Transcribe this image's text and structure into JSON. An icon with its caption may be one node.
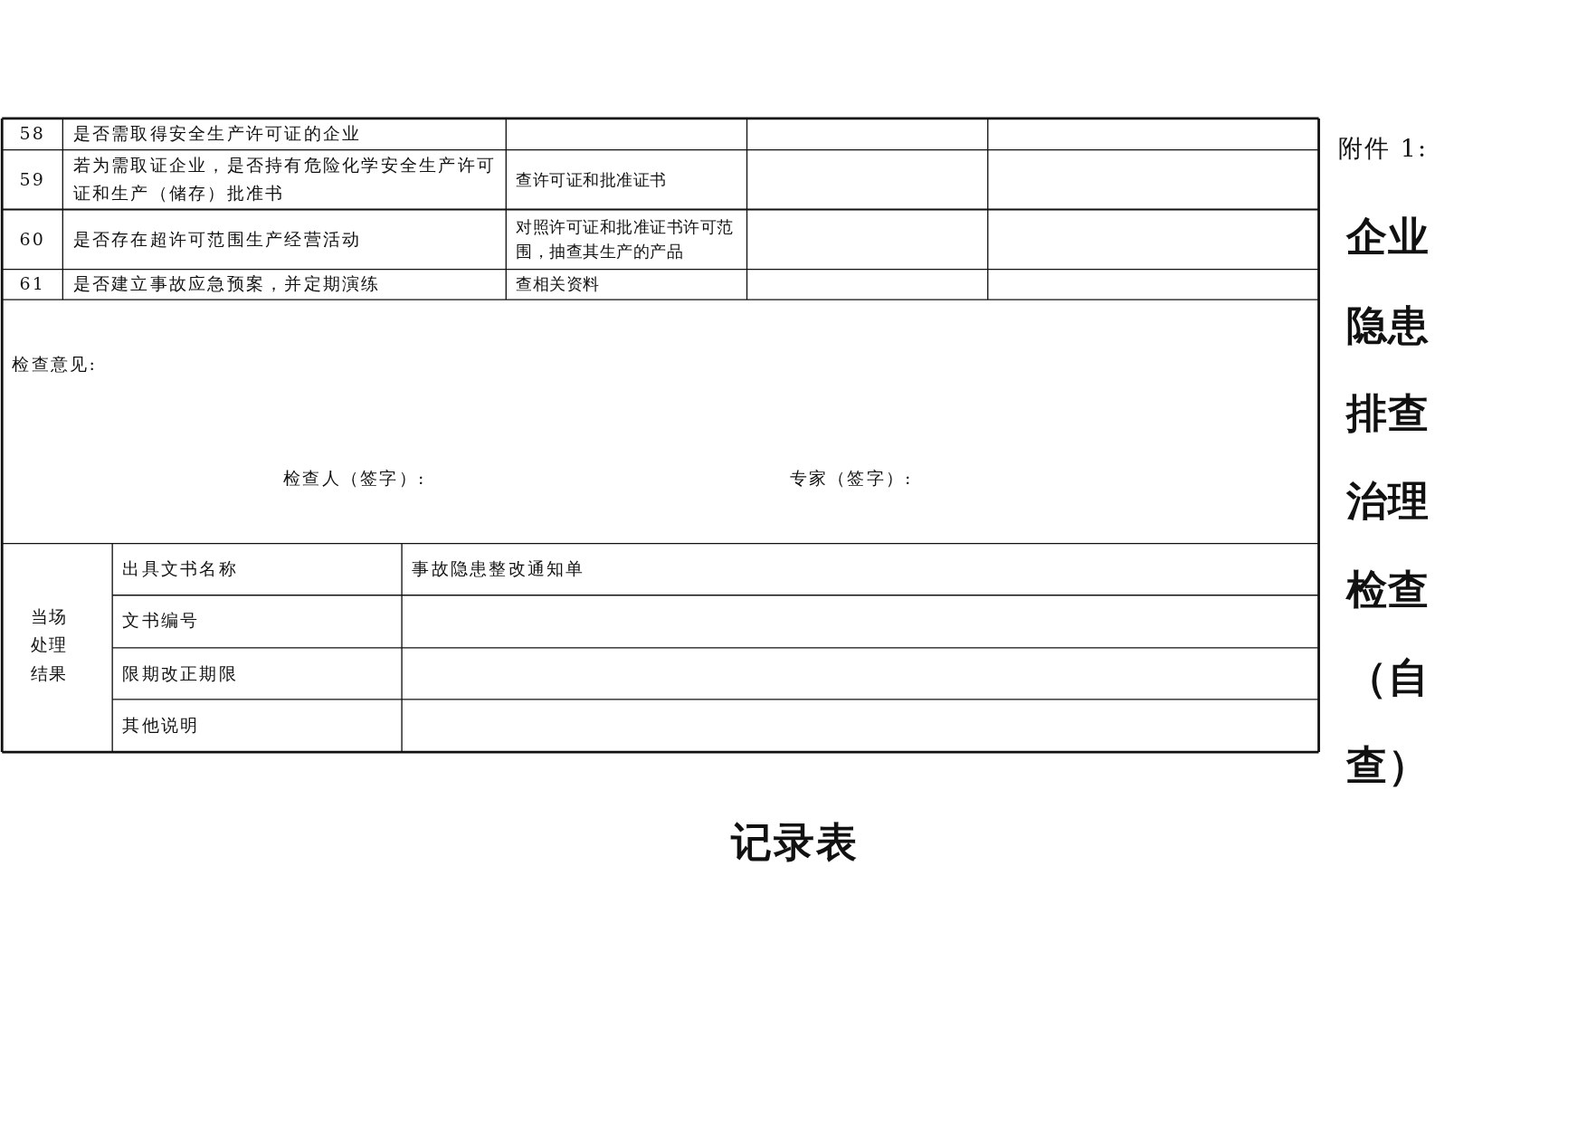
{
  "diagram": {
    "labels": [
      "附件 1:",
      "企业隐患排查治理检查（自查）",
      "记录表",
      "58",
      "是否需取得安全生产许可证的企业",
      "59",
      "若为需取证企业，是否持有危险化学安全生产许可证和生产（储存）批准书",
      "查许可证和批准证书",
      "60",
      "是否存在超许可范围生产经营活动",
      "对照许可证和批准证书许可范围，抽查其生产的产品",
      "61",
      "是否建立事故应急预案，并定期演练",
      "查相关资料",
      "检查意见:",
      "检查人（签字）:",
      "专家（签字）:",
      "当场处理结果",
      "出具文书名称",
      "事故隐患整改通知单",
      "文书编号",
      "限期改正期限",
      "其他说明"
    ]
  }
}
